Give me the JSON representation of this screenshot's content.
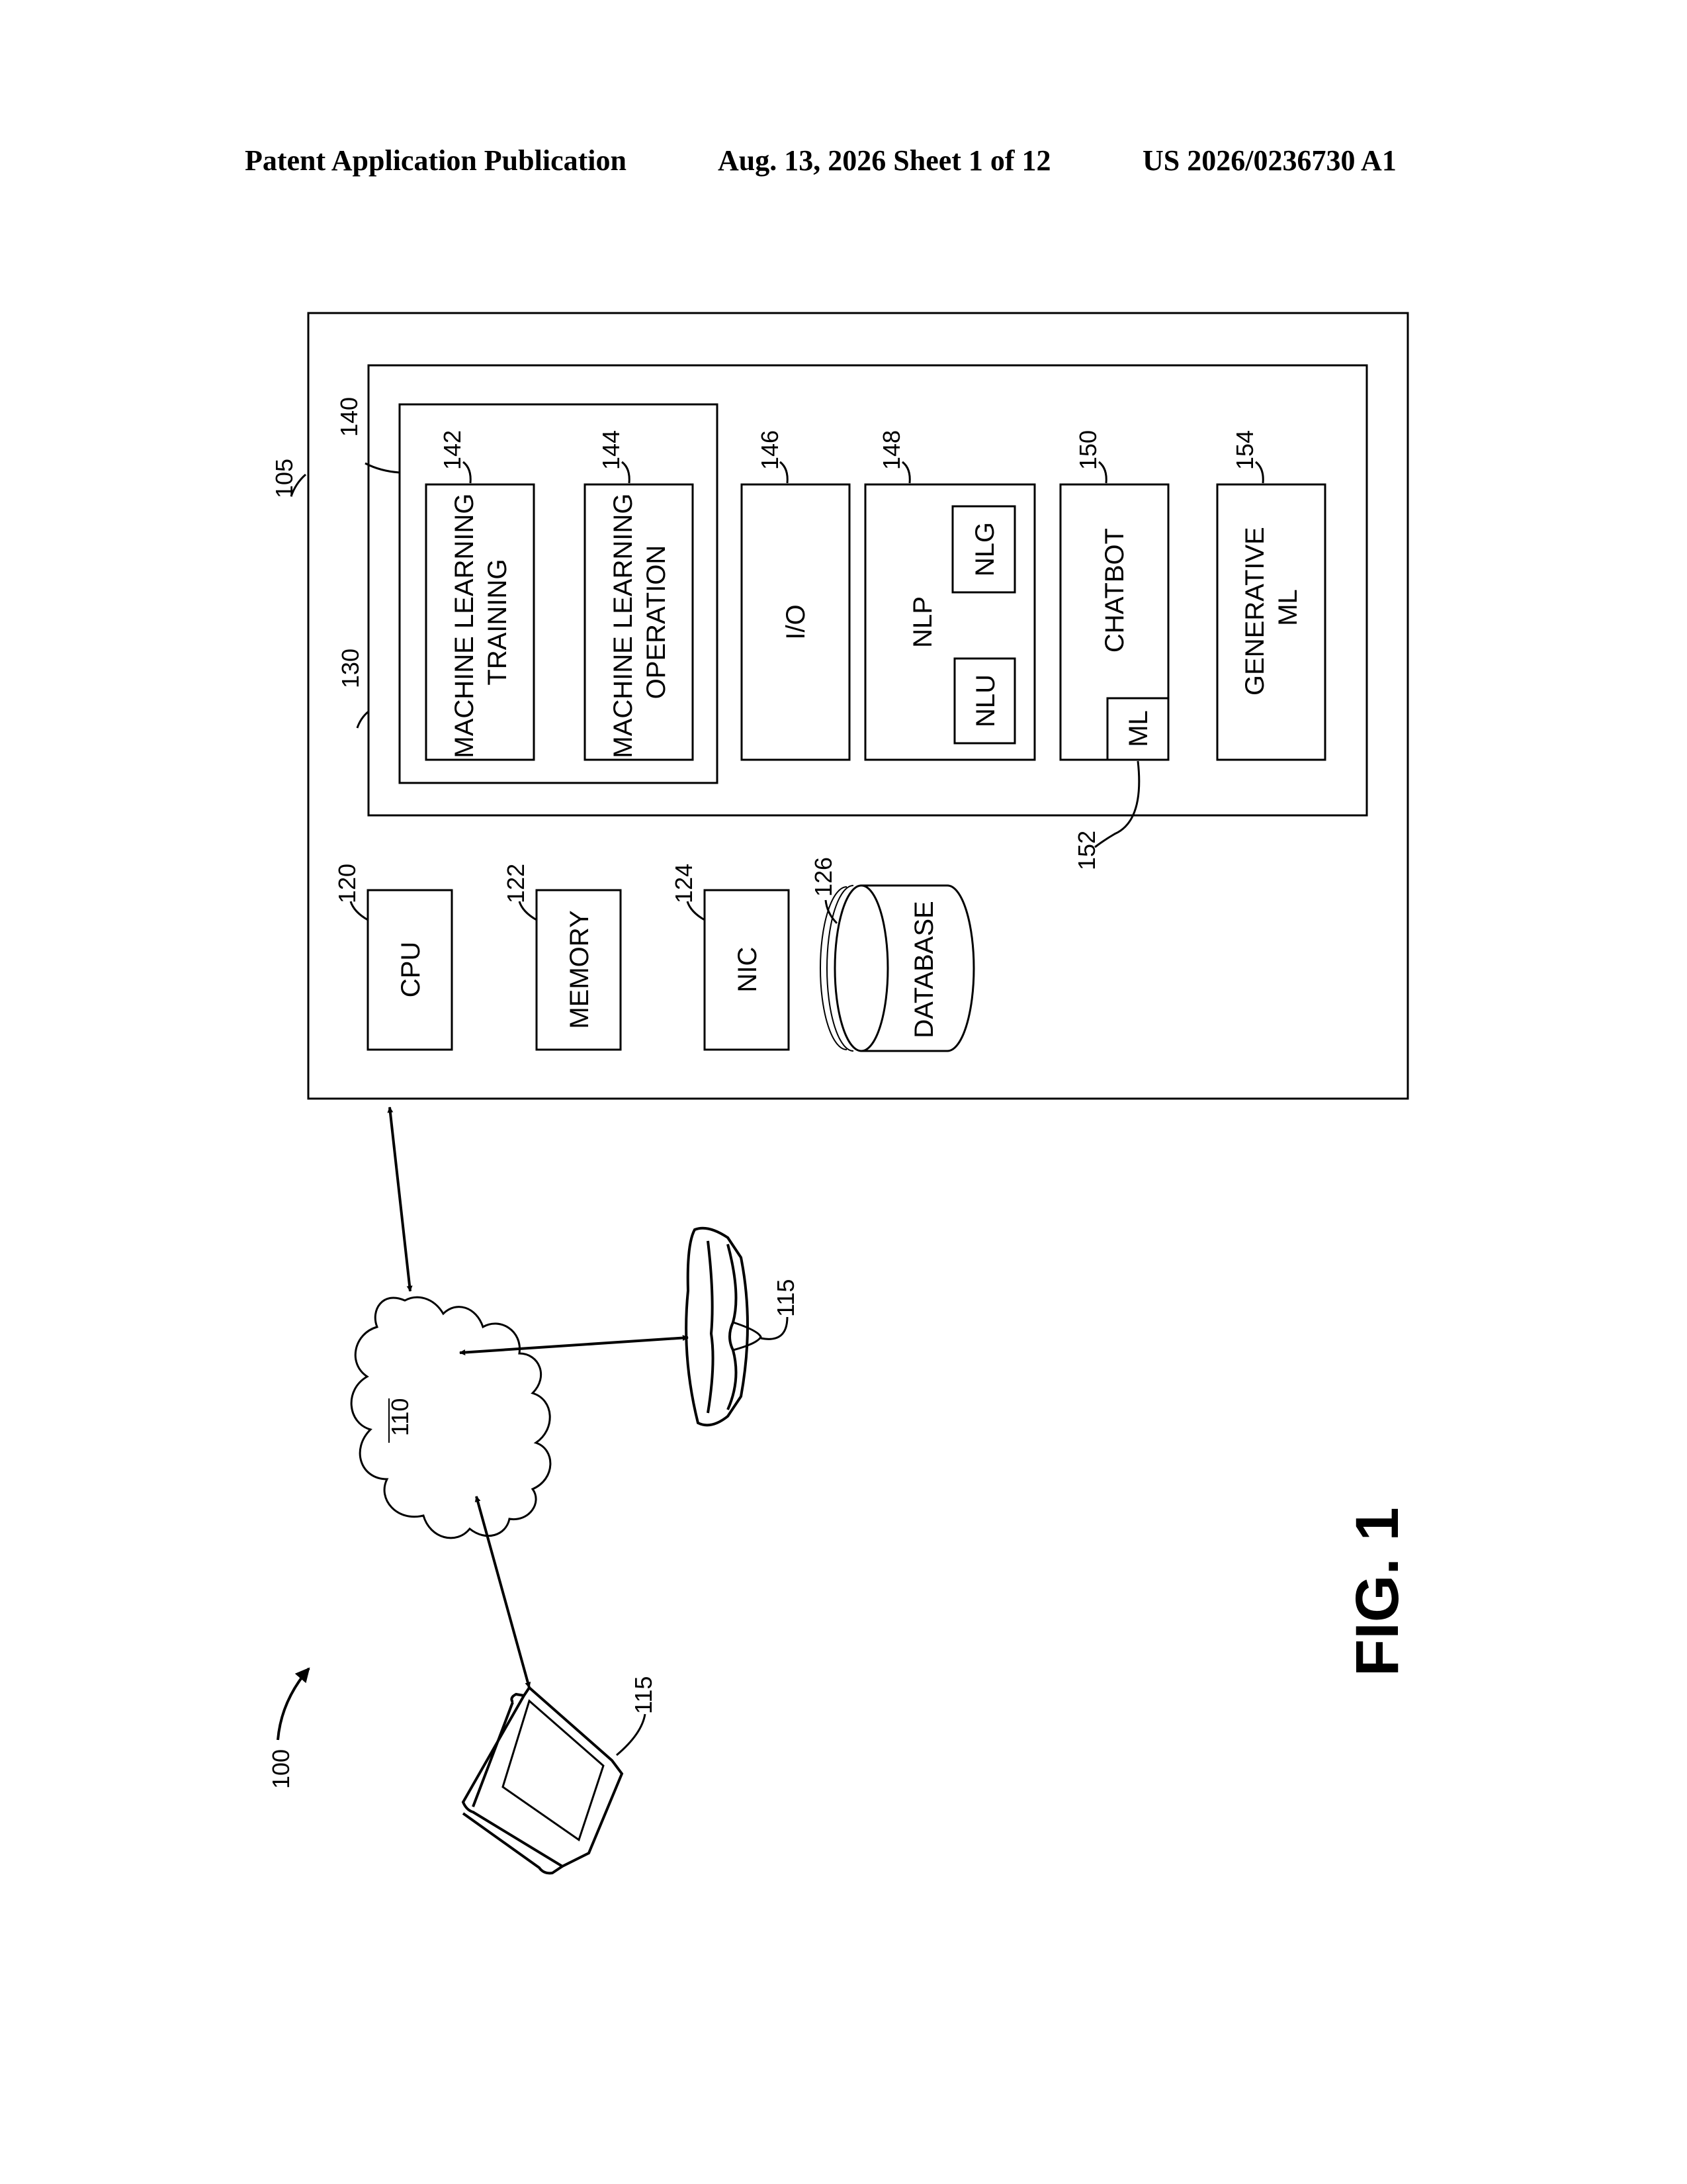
{
  "header": {
    "left": "Patent Application Publication",
    "middle": "Aug. 13, 2026  Sheet 1 of 12",
    "right": "US 2026/0236730 A1"
  },
  "figure": {
    "caption": "FIG. 1",
    "ref_system": "100",
    "ref_server": "105",
    "network": {
      "ref": "110"
    },
    "devices": [
      {
        "ref": "115",
        "kind": "vr-headset"
      },
      {
        "ref": "115",
        "kind": "laptop"
      }
    ],
    "hardware": [
      {
        "ref": "120",
        "label": "CPU"
      },
      {
        "ref": "122",
        "label": "MEMORY"
      },
      {
        "ref": "124",
        "label": "NIC"
      },
      {
        "ref": "126",
        "label": "DATABASE"
      }
    ],
    "software": {
      "ref": "130",
      "ml_group": {
        "ref": "140",
        "training": {
          "ref": "142",
          "line1": "MACHINE LEARNING",
          "line2": "TRAINING"
        },
        "operation": {
          "ref": "144",
          "line1": "MACHINE LEARNING",
          "line2": "OPERATION"
        }
      },
      "io": {
        "ref": "146",
        "label": "I/O"
      },
      "nlp": {
        "ref": "148",
        "label": "NLP",
        "nlu": "NLU",
        "nlg": "NLG"
      },
      "chatbot": {
        "ref": "150",
        "label": "CHATBOT",
        "ml_label": "ML",
        "ml_ref": "152"
      },
      "generative": {
        "ref": "154",
        "line1": "GENERATIVE",
        "line2": "ML"
      }
    }
  }
}
